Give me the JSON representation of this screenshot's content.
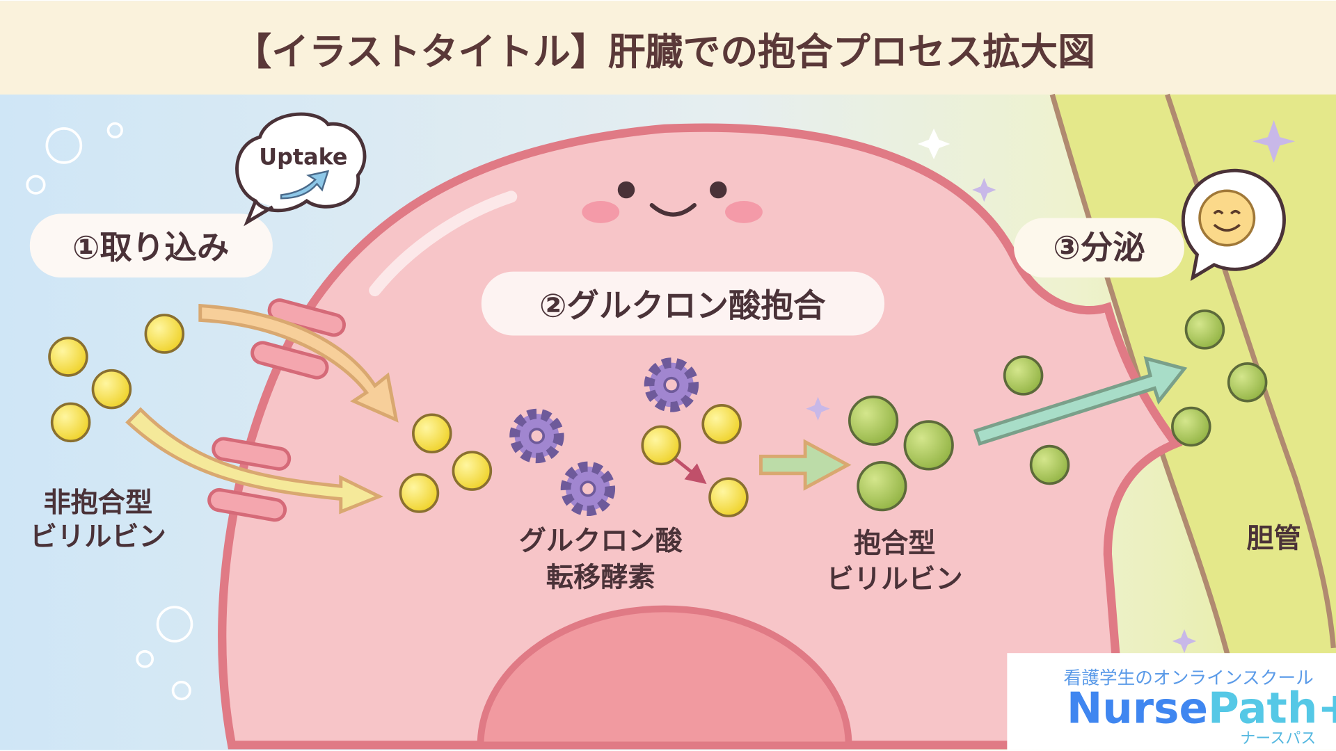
{
  "title": "【イラストタイトル】肝臓での抱合プロセス拡大図",
  "steps": {
    "uptake": "①取り込み",
    "conjugation": "②グルクロン酸抱合",
    "excretion": "③分泌"
  },
  "uptake_bubble": "Uptake",
  "labels": {
    "unconjugated_1": "非抱合型",
    "unconjugated_2": "ビリルビン",
    "enzyme_1": "グルクロン酸",
    "enzyme_2": "転移酵素",
    "conjugated_1": "抱合型",
    "conjugated_2": "ビリルビン",
    "bile_duct": "胆管"
  },
  "logo": {
    "tagline": "看護学生のオンラインスクール",
    "name_a": "Nurse",
    "name_b": "Path+",
    "kana": "ナースパス"
  },
  "colors": {
    "unconjugated": "#f5dc3c",
    "conjugated": "#a8c455",
    "cell": "#f7c5c8",
    "cell_outline": "#e07a85",
    "logo_blue": "#3f86f0",
    "logo_cyan": "#55c8e6"
  }
}
